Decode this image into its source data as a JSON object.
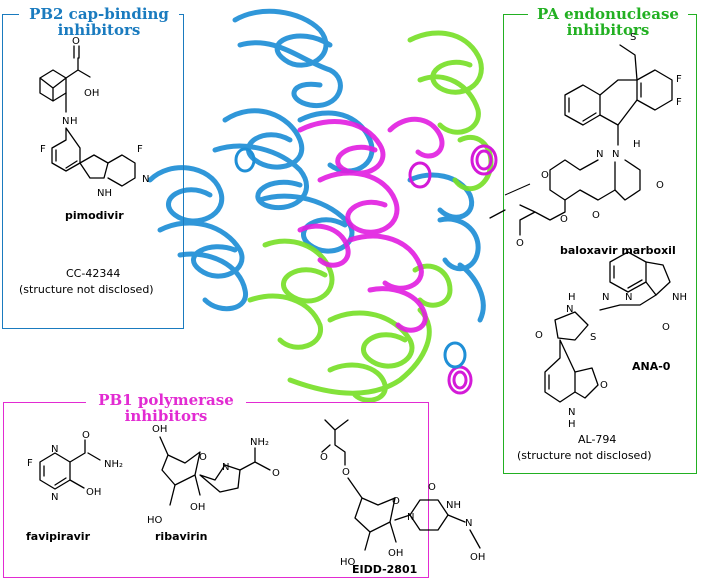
{
  "colors": {
    "pb2": "#1a7bbf",
    "pa": "#22b022",
    "pb1": "#e22bd2",
    "protein_blue": "#1f8fd6",
    "protein_green": "#79e02a",
    "protein_magenta": "#e21ee0"
  },
  "pb2": {
    "title_line1": "PB2 cap-binding",
    "title_line2": "inhibitors",
    "compound1": "pimodivir",
    "compound2": "CC-42344",
    "compound2_note": "(structure  not disclosed)"
  },
  "pa": {
    "title_line1": "PA endonuclease",
    "title_line2": "inhibitors",
    "compound1": "baloxavir marboxil",
    "compound2": "ANA-0",
    "compound3": "AL-794",
    "compound3_note": "(structure  not disclosed)"
  },
  "pb1": {
    "title_line1": "PB1 polymerase",
    "title_line2": "inhibitors",
    "compound1": "favipiravir",
    "compound2": "ribavirin",
    "compound3": "EIDD-2801"
  },
  "atoms": {
    "oh": "OH",
    "o": "O",
    "n": "N",
    "nh": "NH",
    "h": "H",
    "f": "F",
    "s": "S",
    "nh2": "NH₂",
    "ho": "HO",
    "f2": "F"
  }
}
